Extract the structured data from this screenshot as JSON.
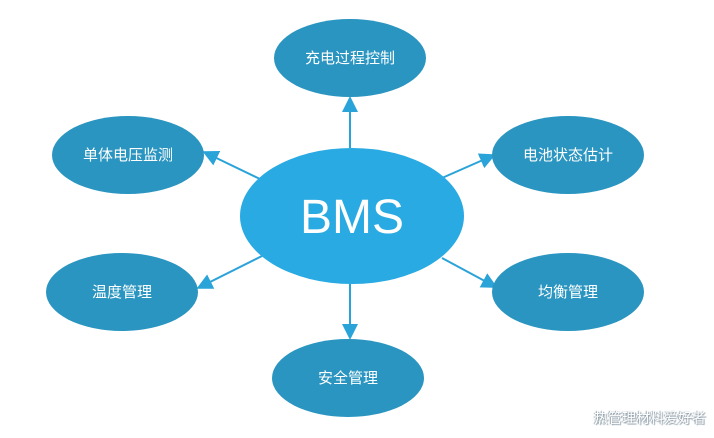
{
  "center": {
    "label": "BMS",
    "color": "#2aaae2"
  },
  "node_color": "#2a95c0",
  "arrow_color": "#2aa3d9",
  "nodes": [
    {
      "id": "top",
      "label": "充电过程控制"
    },
    {
      "id": "left-top",
      "label": "单体电压监测"
    },
    {
      "id": "right-top",
      "label": "电池状态估计"
    },
    {
      "id": "left-bottom",
      "label": "温度管理"
    },
    {
      "id": "right-bottom",
      "label": "均衡管理"
    },
    {
      "id": "bottom",
      "label": "安全管理"
    }
  ],
  "watermark": "热管理材料爱好者"
}
